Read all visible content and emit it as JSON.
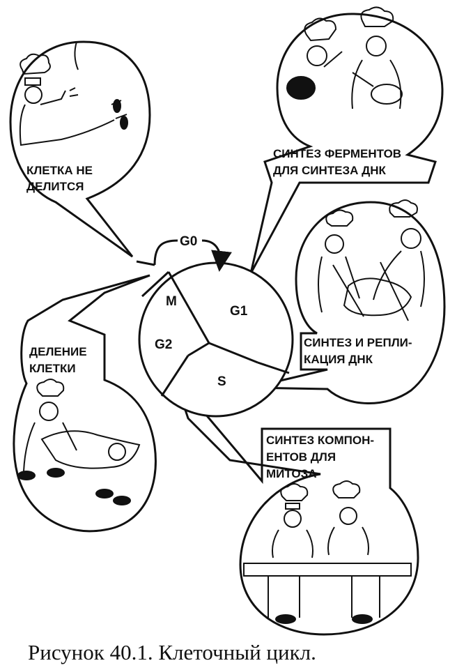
{
  "phases": {
    "g0": "G0",
    "g1": "G1",
    "s": "S",
    "g2": "G2",
    "m": "M"
  },
  "labels": {
    "no_division": [
      "КЛЕТКА НЕ",
      "ДЕЛИТСЯ"
    ],
    "enzyme_synthesis": [
      "СИНТЕЗ ФЕРМЕНТОВ",
      "ДЛЯ СИНТЕЗА ДНК"
    ],
    "dna_synthesis": [
      "СИНТЕЗ И РЕПЛИ-",
      "КАЦИЯ ДНК"
    ],
    "mitosis_components": [
      "СИНТЕЗ КОМПОН-",
      "ЕНТОВ ДЛЯ",
      "МИТОЗА"
    ],
    "cell_division": [
      "ДЕЛЕНИЕ",
      "КЛЕТКИ"
    ]
  },
  "caption": "Рисунок 40.1. Клеточный цикл."
}
